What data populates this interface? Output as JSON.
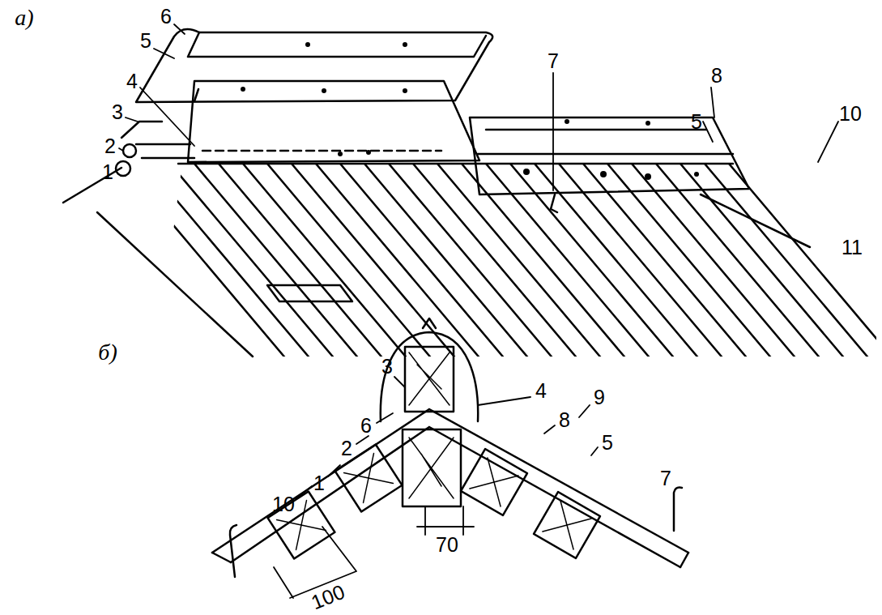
{
  "diagram": {
    "labels": [
      "а)",
      "6",
      "5",
      "4",
      "3",
      "2",
      "1",
      "7",
      "8",
      "5",
      "10",
      "11",
      "б)",
      "3",
      "6",
      "2",
      "1",
      "10",
      "4",
      "9",
      "8",
      "5",
      "7",
      "100",
      "70"
    ]
  }
}
